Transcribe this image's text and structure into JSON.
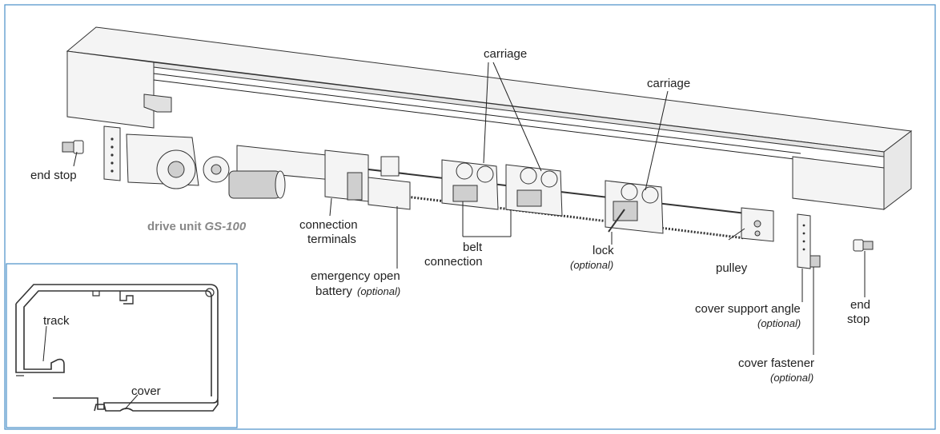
{
  "labels": {
    "carriage_1": "carriage",
    "carriage_2": "carriage",
    "end_stop_left": "end stop",
    "drive_unit": "drive unit",
    "drive_model": "GS-100",
    "connection_terminals_1": "connection",
    "connection_terminals_2": "terminals",
    "emergency_1": "emergency open",
    "emergency_2": "battery",
    "emergency_opt": "(optional)",
    "belt_connection_1": "belt",
    "belt_connection_2": "connection",
    "lock": "lock",
    "lock_opt": "(optional)",
    "pulley": "pulley",
    "cover_support_angle": "cover support angle",
    "cover_support_opt": "(optional)",
    "end_stop_right_1": "end",
    "end_stop_right_2": "stop",
    "cover_fastener": "cover fastener",
    "cover_fastener_opt": "(optional)"
  },
  "inset": {
    "track": "track",
    "cover": "cover"
  },
  "colors": {
    "frame_border": "#4a90c8",
    "drive_label": "#888888"
  }
}
